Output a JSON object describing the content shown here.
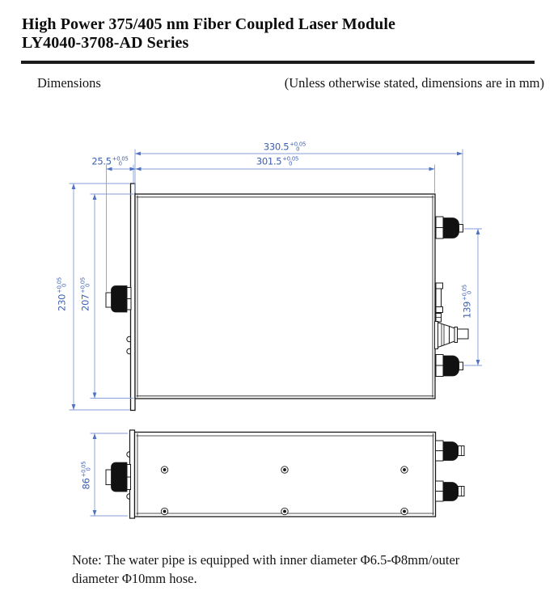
{
  "page": {
    "title_line1": "High Power 375/405 nm Fiber Coupled Laser Module",
    "title_line2": "LY4040-3708-AD Series",
    "section_label": "Dimensions",
    "units_note": "(Unless otherwise stated, dimensions are in mm)",
    "footnote_line1": "Note: The water pipe is equipped with inner diameter Φ6.5-Φ8mm/outer",
    "footnote_line2": "diameter Φ10mm hose."
  },
  "drawing": {
    "dims": {
      "overall_length": {
        "value": "330.5",
        "tol_top": "+0.05",
        "tol_bottom": "0"
      },
      "body_length": {
        "value": "301.5",
        "tol_top": "+0.05",
        "tol_bottom": "0"
      },
      "left_connector_protrusion": {
        "value": "25.5",
        "tol_top": "+0.05",
        "tol_bottom": "0"
      },
      "flange_width": {
        "value": "230",
        "tol_top": "+0.05",
        "tol_bottom": "0"
      },
      "body_width": {
        "value": "207",
        "tol_top": "+0.05",
        "tol_bottom": "0"
      },
      "right_port_spacing": {
        "value": "139",
        "tol_top": "+0.05",
        "tol_bottom": "0"
      },
      "body_height": {
        "value": "86",
        "tol_top": "+0.05",
        "tol_bottom": "0"
      }
    },
    "colors": {
      "part_line": "#1a1a1a",
      "dimension_line": "#849ed8",
      "dimension_arrow": "#4f72c4",
      "dimension_text": "#3d60b4"
    }
  }
}
